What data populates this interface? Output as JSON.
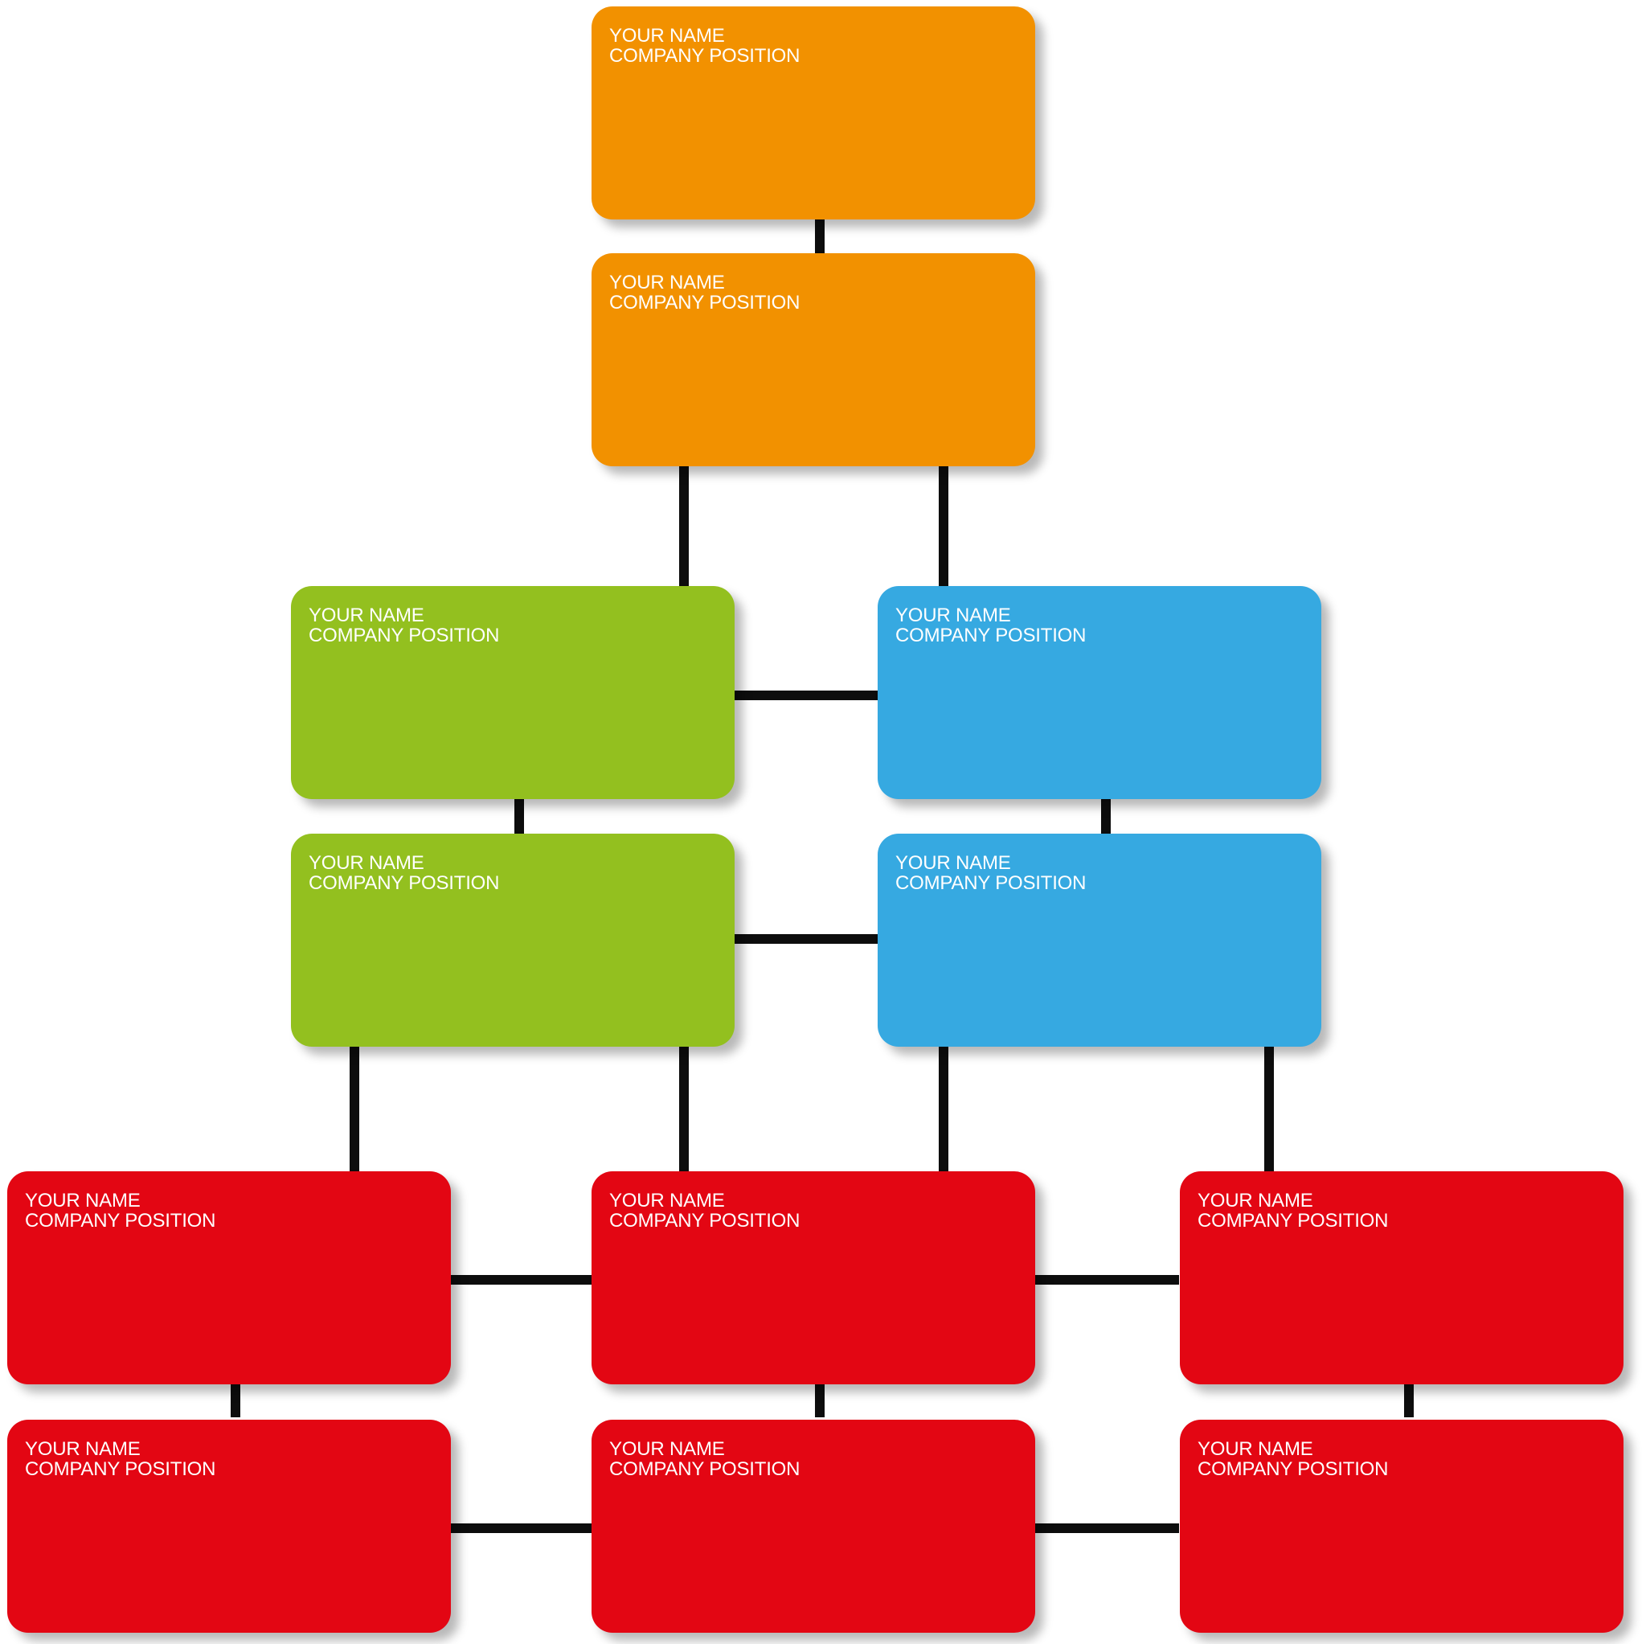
{
  "colors": {
    "orange": "#f29100",
    "green": "#93c01f",
    "blue": "#36a9e1",
    "red": "#e30613",
    "connector": "#0d0d0d",
    "text": "#ffffff",
    "background": "#ffffff"
  },
  "boxes": [
    {
      "id": "orange-top",
      "name": "YOUR NAME",
      "position": "COMPANY POSITION",
      "color": "#f29100"
    },
    {
      "id": "orange-second",
      "name": "YOUR NAME",
      "position": "COMPANY POSITION",
      "color": "#f29100"
    },
    {
      "id": "green-upper",
      "name": "YOUR NAME",
      "position": "COMPANY POSITION",
      "color": "#93c01f"
    },
    {
      "id": "blue-upper",
      "name": "YOUR NAME",
      "position": "COMPANY POSITION",
      "color": "#36a9e1"
    },
    {
      "id": "green-lower",
      "name": "YOUR NAME",
      "position": "COMPANY POSITION",
      "color": "#93c01f"
    },
    {
      "id": "blue-lower",
      "name": "YOUR NAME",
      "position": "COMPANY POSITION",
      "color": "#36a9e1"
    },
    {
      "id": "red-upper-left",
      "name": "YOUR NAME",
      "position": "COMPANY POSITION",
      "color": "#e30613"
    },
    {
      "id": "red-upper-center",
      "name": "YOUR NAME",
      "position": "COMPANY POSITION",
      "color": "#e30613"
    },
    {
      "id": "red-upper-right",
      "name": "YOUR NAME",
      "position": "COMPANY POSITION",
      "color": "#e30613"
    },
    {
      "id": "red-lower-left",
      "name": "YOUR NAME",
      "position": "COMPANY POSITION",
      "color": "#e30613"
    },
    {
      "id": "red-lower-center",
      "name": "YOUR NAME",
      "position": "COMPANY POSITION",
      "color": "#e30613"
    },
    {
      "id": "red-lower-right",
      "name": "YOUR NAME",
      "position": "COMPANY POSITION",
      "color": "#e30613"
    }
  ],
  "links": [
    {
      "from": "orange-top",
      "to": "orange-second"
    },
    {
      "from": "orange-second",
      "to": "green-upper"
    },
    {
      "from": "orange-second",
      "to": "blue-upper"
    },
    {
      "from": "green-upper",
      "to": "blue-upper"
    },
    {
      "from": "green-upper",
      "to": "green-lower"
    },
    {
      "from": "blue-upper",
      "to": "blue-lower"
    },
    {
      "from": "green-lower",
      "to": "blue-lower"
    },
    {
      "from": "green-lower",
      "to": "red-upper-left"
    },
    {
      "from": "green-lower",
      "to": "red-upper-center"
    },
    {
      "from": "blue-lower",
      "to": "red-upper-center"
    },
    {
      "from": "blue-lower",
      "to": "red-upper-right"
    },
    {
      "from": "red-upper-left",
      "to": "red-upper-center"
    },
    {
      "from": "red-upper-center",
      "to": "red-upper-right"
    },
    {
      "from": "red-upper-left",
      "to": "red-lower-left"
    },
    {
      "from": "red-upper-center",
      "to": "red-lower-center"
    },
    {
      "from": "red-upper-right",
      "to": "red-lower-right"
    },
    {
      "from": "red-lower-left",
      "to": "red-lower-center"
    },
    {
      "from": "red-lower-center",
      "to": "red-lower-right"
    }
  ]
}
